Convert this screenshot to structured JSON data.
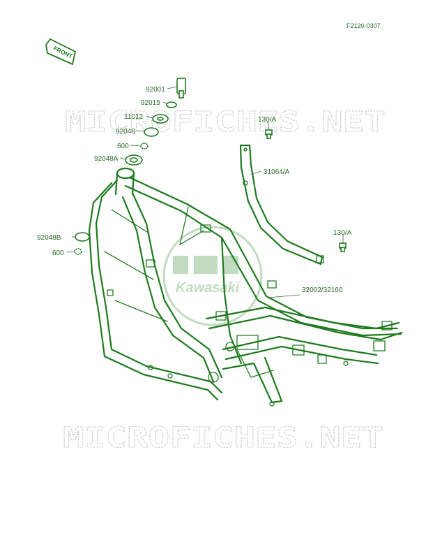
{
  "figure_code": "F2120-0307",
  "front_tag": "FRONT",
  "watermark_text": "MICROFICHES.NET",
  "logo_text": "Kawasaki",
  "colors": {
    "line": "#1d7a1d",
    "label": "#2a6b2a",
    "watermark": "#c9c9c9",
    "logo": "#8fbf8f"
  },
  "labels": {
    "p92001": "92001",
    "p92015": "92015",
    "p11012": "11012",
    "p92048": "92048",
    "p600a": "600",
    "p92048A": "92048A",
    "p130A_top": "130/A",
    "p31064A": "31064/A",
    "p130A_right": "130/A",
    "p92048B": "92048B",
    "p600b": "600",
    "p32002": "32002/32160"
  }
}
